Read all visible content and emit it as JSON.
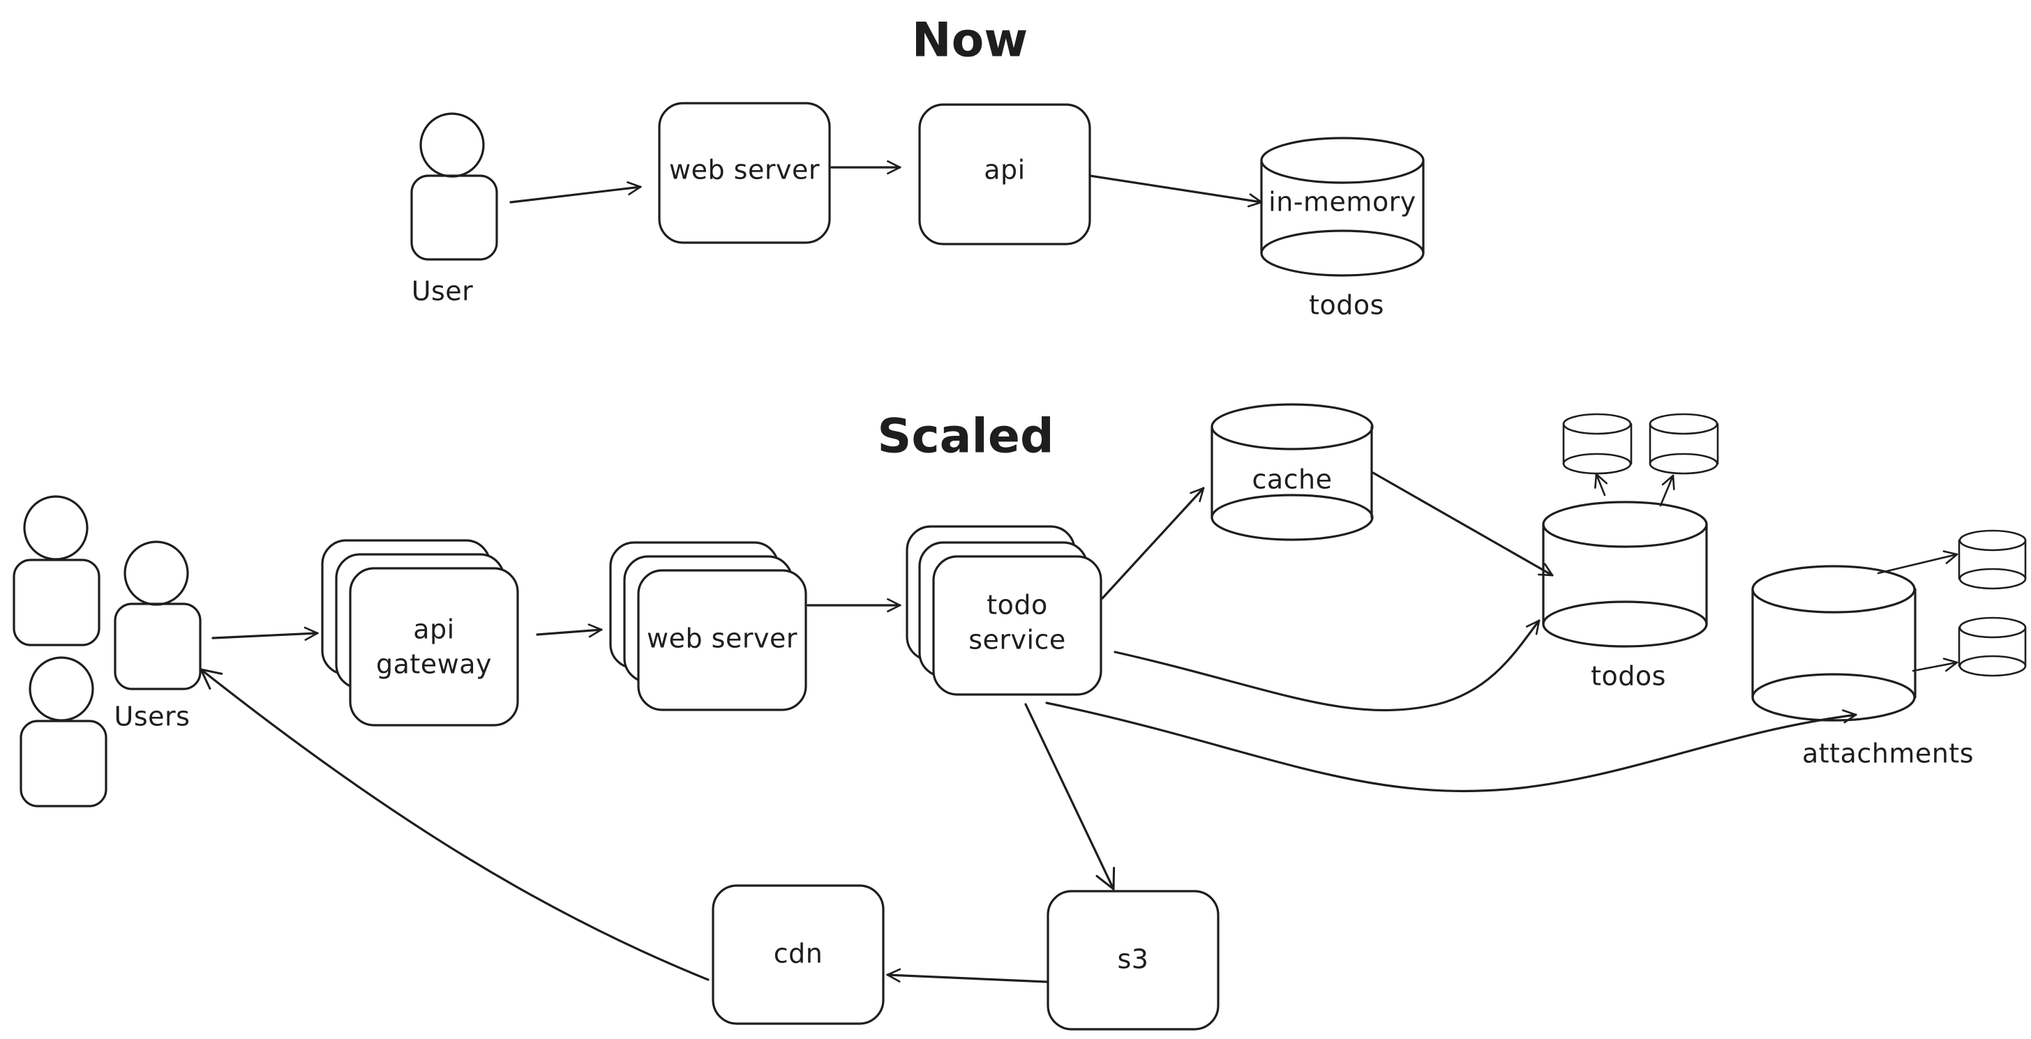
{
  "titles": {
    "now": "Now",
    "scaled": "Scaled"
  },
  "now": {
    "user": "User",
    "web_server": "web server",
    "api": "api",
    "db_inner": "in-memory",
    "db_caption": "todos"
  },
  "scaled": {
    "users": "Users",
    "api_gateway_line1": "api",
    "api_gateway_line2": "gateway",
    "web_server": "web server",
    "todo_service_line1": "todo",
    "todo_service_line2": "service",
    "cache": "cache",
    "todos_caption": "todos",
    "attachments_caption": "attachments",
    "s3": "s3",
    "cdn": "cdn"
  }
}
